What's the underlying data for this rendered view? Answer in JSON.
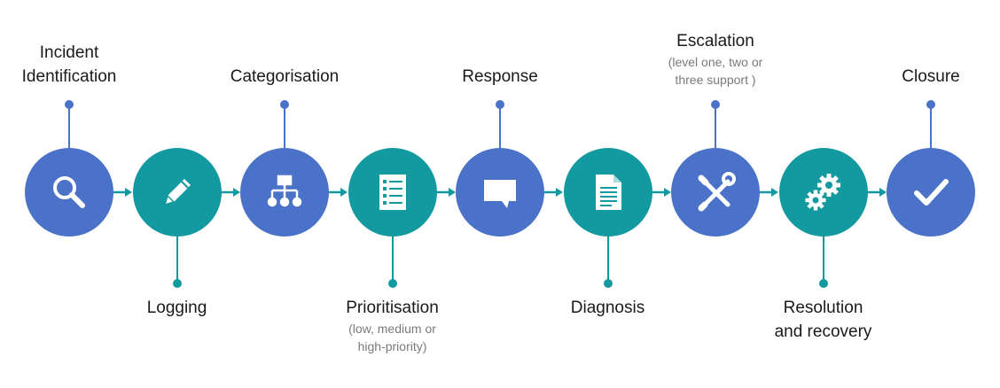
{
  "colors": {
    "blue": "#4a72c8",
    "teal": "#139aa0"
  },
  "steps": [
    {
      "id": "incident-identification",
      "label_lines": [
        "Incident",
        "Identification"
      ],
      "sublabel_lines": [],
      "position": "top",
      "color": "blue",
      "icon": "magnifier-icon"
    },
    {
      "id": "logging",
      "label_lines": [
        "Logging"
      ],
      "sublabel_lines": [],
      "position": "bottom",
      "color": "teal",
      "icon": "pencil-icon"
    },
    {
      "id": "categorisation",
      "label_lines": [
        "Categorisation"
      ],
      "sublabel_lines": [],
      "position": "top",
      "color": "blue",
      "icon": "hierarchy-icon"
    },
    {
      "id": "prioritisation",
      "label_lines": [
        "Prioritisation"
      ],
      "sublabel_lines": [
        "(low, medium or",
        "high-priority)"
      ],
      "position": "bottom",
      "color": "teal",
      "icon": "checklist-icon"
    },
    {
      "id": "response",
      "label_lines": [
        "Response"
      ],
      "sublabel_lines": [],
      "position": "top",
      "color": "blue",
      "icon": "speech-bubble-icon"
    },
    {
      "id": "diagnosis",
      "label_lines": [
        "Diagnosis"
      ],
      "sublabel_lines": [],
      "position": "bottom",
      "color": "teal",
      "icon": "document-icon"
    },
    {
      "id": "escalation",
      "label_lines": [
        "Escalation"
      ],
      "sublabel_lines": [
        "(level one, two or",
        "three support )"
      ],
      "position": "top",
      "color": "blue",
      "icon": "tools-icon"
    },
    {
      "id": "resolution-and-recovery",
      "label_lines": [
        "Resolution",
        "and recovery"
      ],
      "sublabel_lines": [],
      "position": "bottom",
      "color": "teal",
      "icon": "gears-icon"
    },
    {
      "id": "closure",
      "label_lines": [
        "Closure"
      ],
      "sublabel_lines": [],
      "position": "top",
      "color": "blue",
      "icon": "checkmark-icon"
    }
  ]
}
